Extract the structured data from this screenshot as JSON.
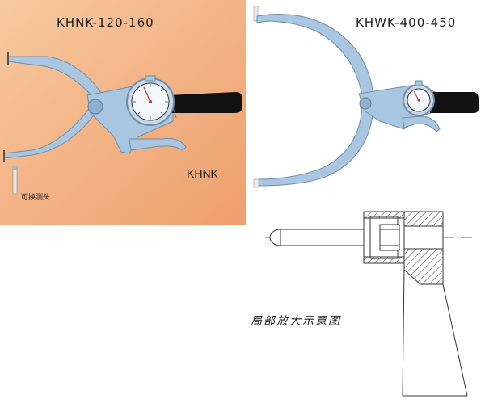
{
  "left_panel": {
    "model": "KHNK-120-160",
    "series": "KHNK",
    "probe_label": "可换测头",
    "background_color": "#f2b07f"
  },
  "right_panel": {
    "model": "KHWK-400-450"
  },
  "detail_view": {
    "caption": "局部放大示意图"
  },
  "colors": {
    "frame_metal": "#a9c7e0",
    "frame_edge": "#6f8ca8",
    "handle": "#111111",
    "gauge_face": "#f4f7fb",
    "gauge_needle": "#c0392b",
    "drawing_line": "#333333"
  }
}
